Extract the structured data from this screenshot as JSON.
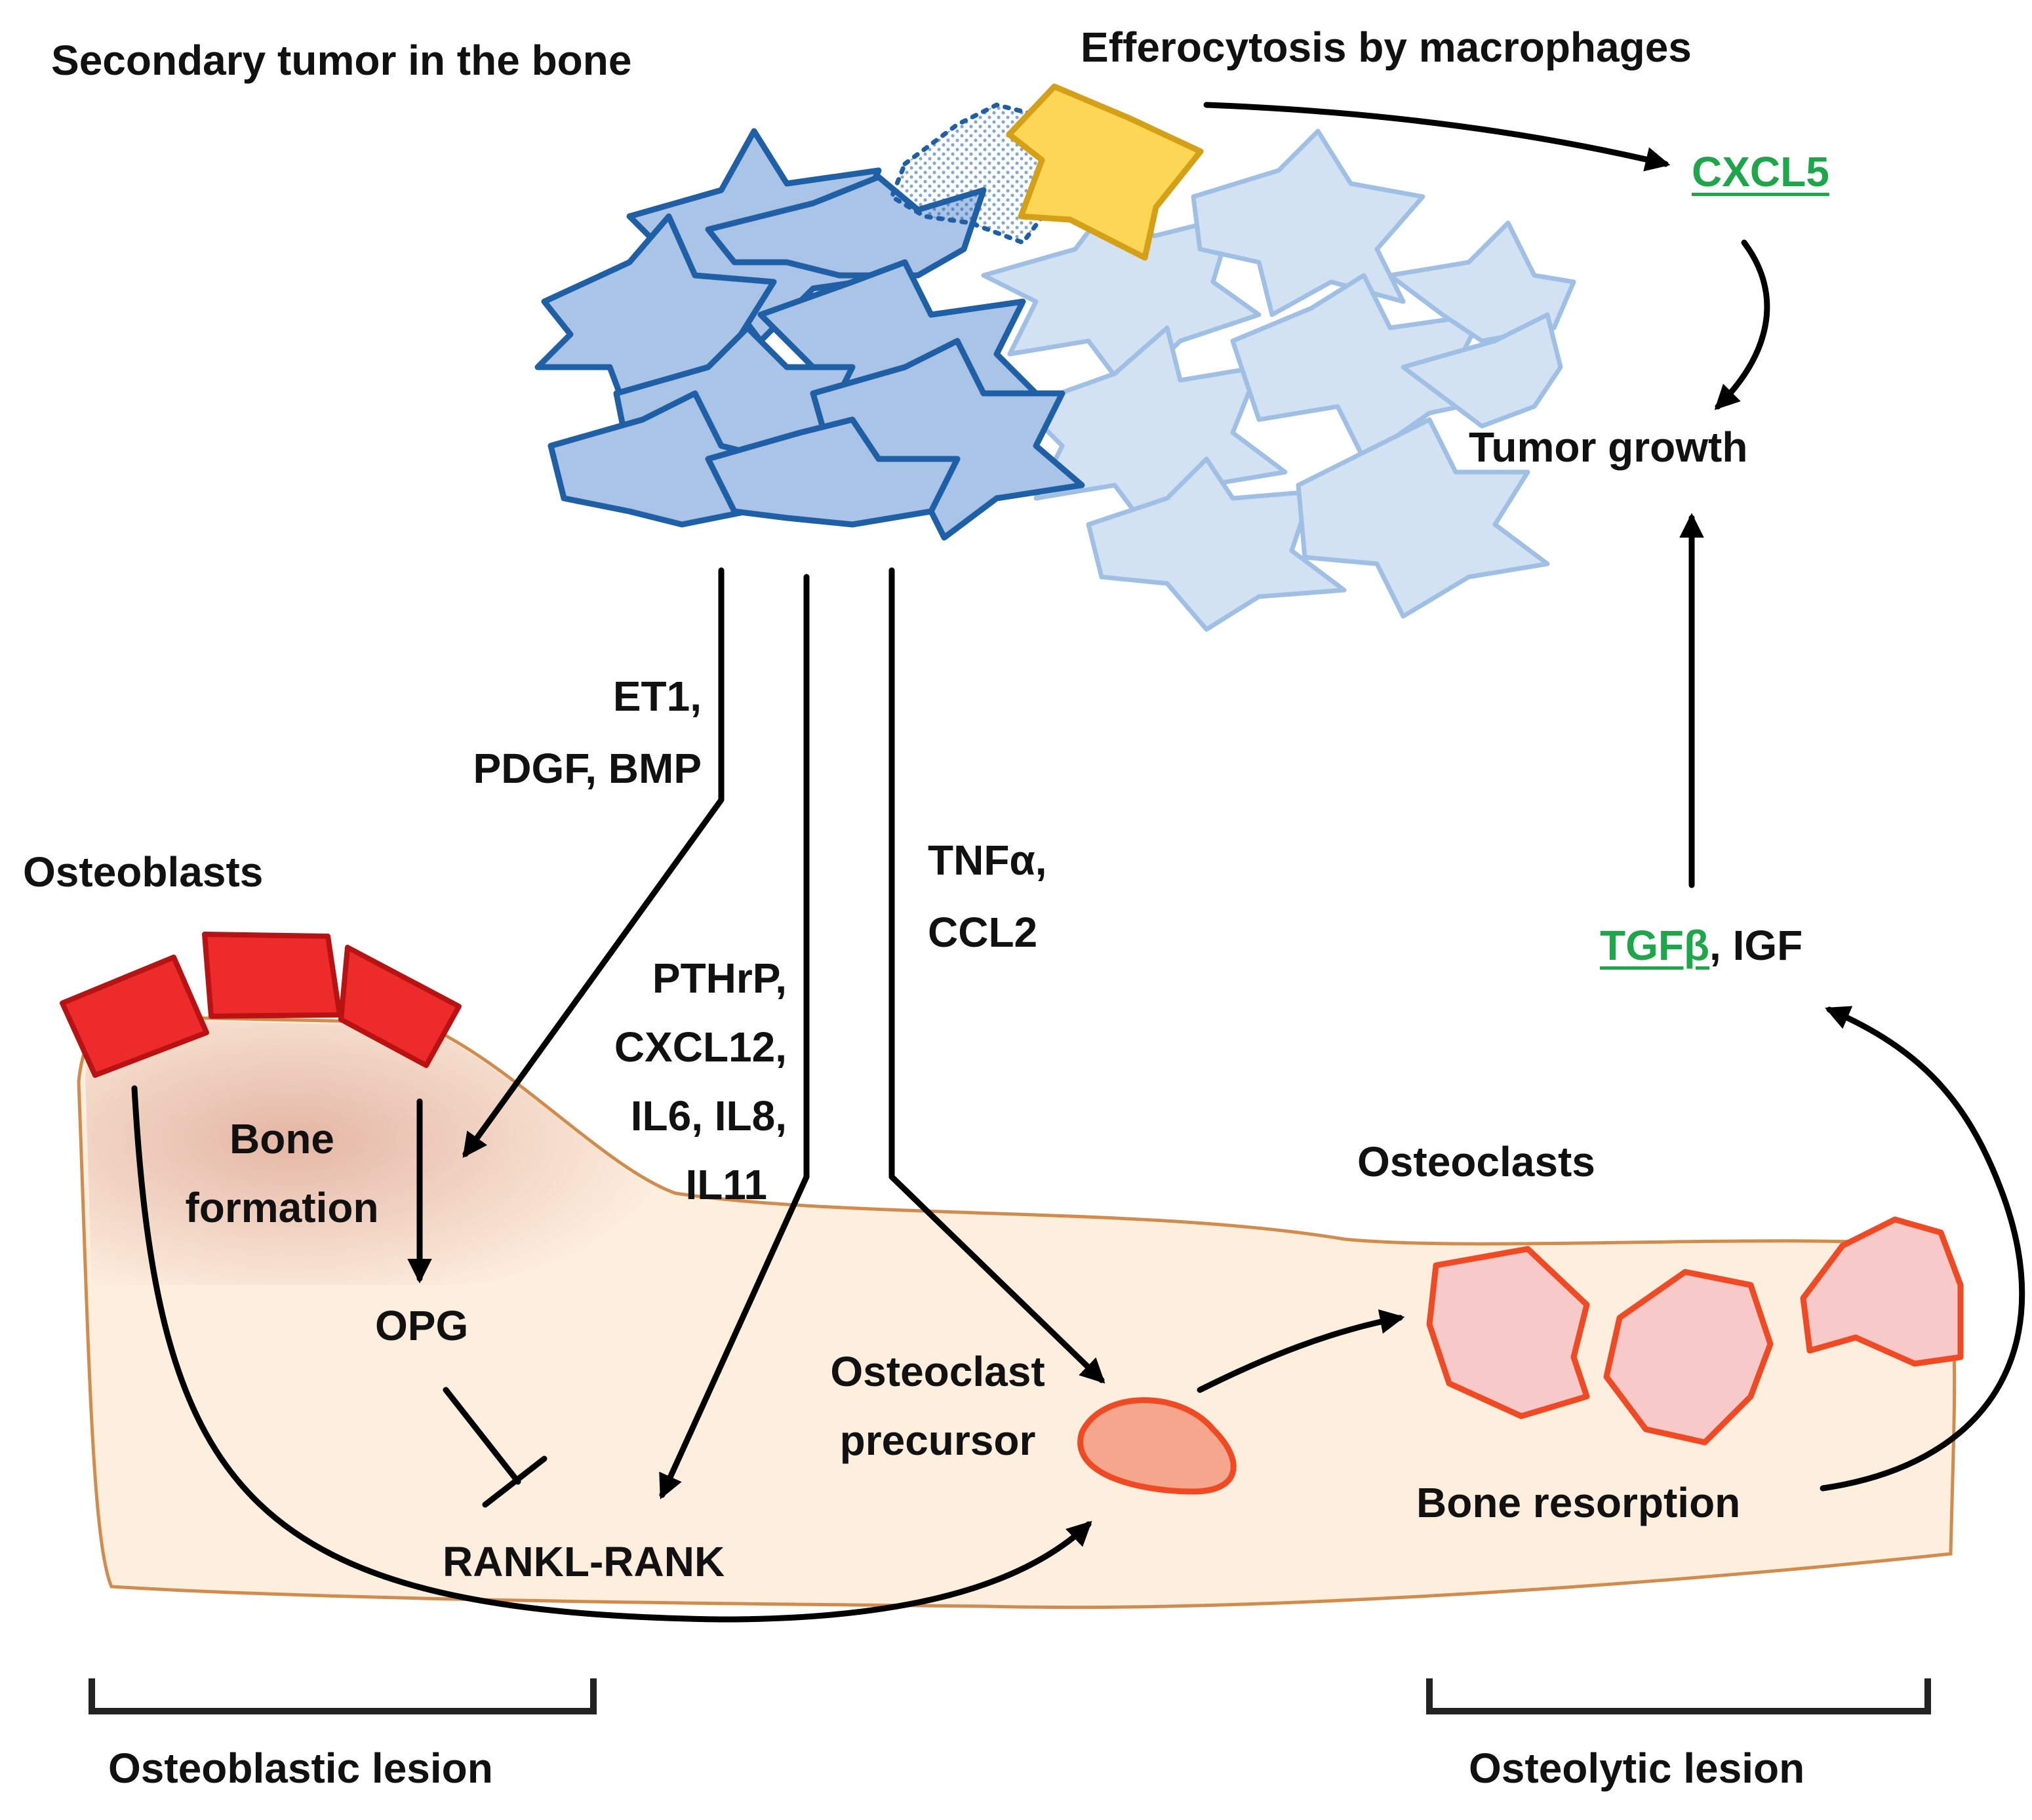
{
  "labels": {
    "secondary_tumor": "Secondary tumor in the bone",
    "efferocytosis": "Efferocytosis by macrophages",
    "cxcl5": "CXCL5",
    "tumor_growth": "Tumor growth",
    "et1": "ET1,",
    "pdgf_bmp": "PDGF, BMP",
    "tnfa": "TNFα,",
    "ccl2": "CCL2",
    "pthrp": "PTHrP,",
    "cxcl12": "CXCL12,",
    "il6_il8": "IL6, IL8,",
    "il11": "IL11",
    "tgfb": "TGFβ",
    "igf": ", IGF",
    "osteoblasts": "Osteoblasts",
    "bone": "Bone",
    "formation": "formation",
    "opg": "OPG",
    "rankl_rank": "RANKL-RANK",
    "osteoclasts": "Osteoclasts",
    "osteoclast": "Osteoclast",
    "precursor": "precursor",
    "bone_resorption": "Bone resorption",
    "osteoblastic_lesion": "Osteoblastic lesion",
    "osteolytic_lesion": "Osteolytic lesion"
  },
  "colors": {
    "tumor_dark_fill": "#a9c4e6",
    "tumor_dark_stroke": "#1f5fa6",
    "tumor_light_fill": "#d3e2f3",
    "tumor_light_stroke": "#9fc0e4",
    "macrophage_fill": "#fdd655",
    "macrophage_stroke": "#d4a017",
    "osteoblast_fill": "#ee2b2b",
    "osteoblast_stroke": "#b81212",
    "osteoclast_fill": "#f8c9c9",
    "osteoclast_stroke": "#ef4a24",
    "bone_fill": "#fdeede",
    "bone_stroke": "#d18b4c",
    "bone_formation_tint": "#e8bcaa",
    "highlight_green": "#1fa64a",
    "arrow": "#000000"
  }
}
